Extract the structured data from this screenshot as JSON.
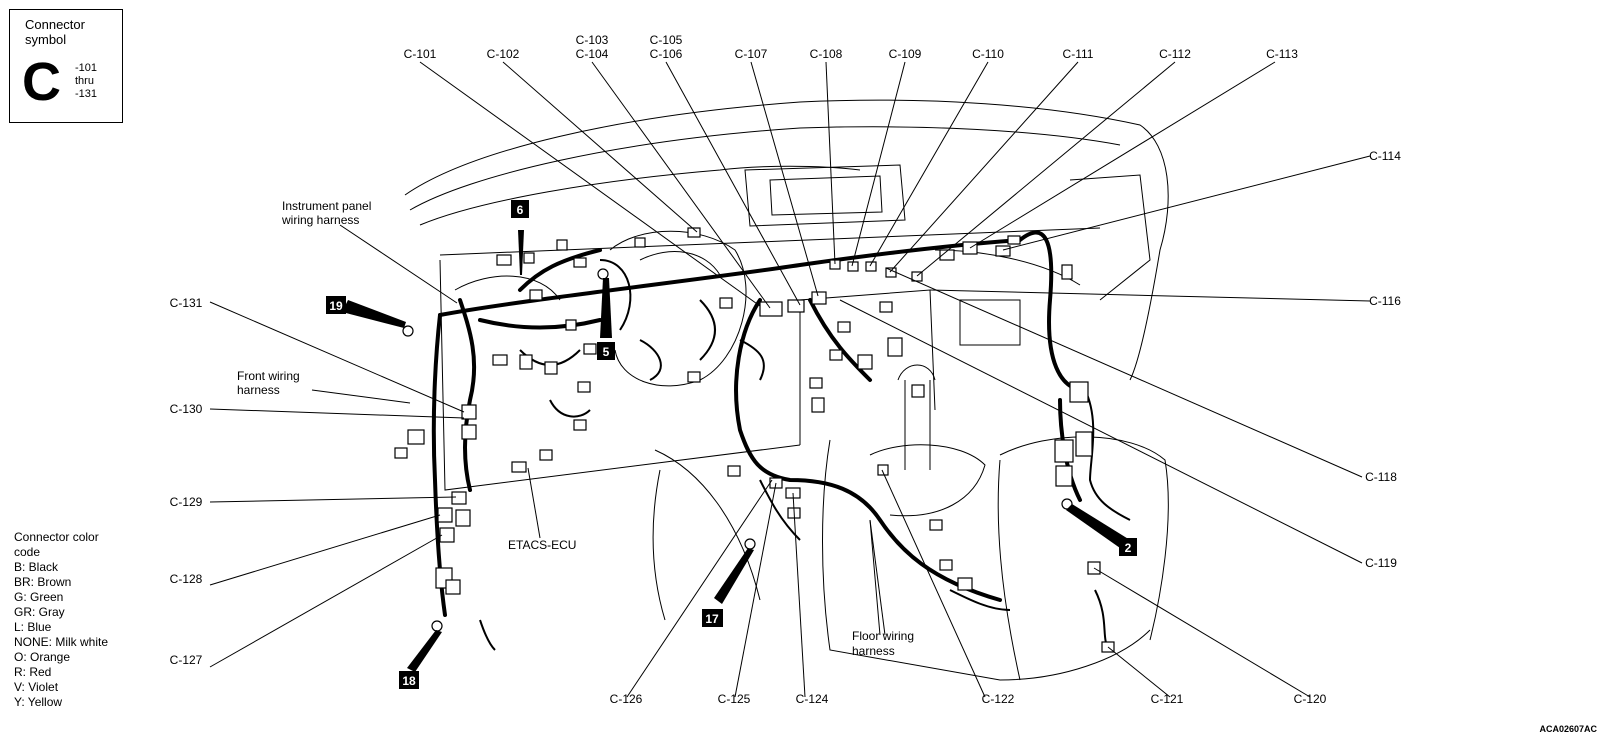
{
  "legend": {
    "title": "Connector symbol",
    "letter": "C",
    "range_from": "-101",
    "range_word": "thru",
    "range_to": "-131"
  },
  "color_legend": {
    "title": "Connector color code",
    "items": [
      "B: Black",
      "BR: Brown",
      "G: Green",
      "GR: Gray",
      "L: Blue",
      "NONE: Milk white",
      "O: Orange",
      "R: Red",
      "V: Violet",
      "Y: Yellow"
    ]
  },
  "connectors": {
    "c101": "C-101",
    "c102": "C-102",
    "c103": "C-103",
    "c104": "C-104",
    "c105": "C-105",
    "c106": "C-106",
    "c107": "C-107",
    "c108": "C-108",
    "c109": "C-109",
    "c110": "C-110",
    "c111": "C-111",
    "c112": "C-112",
    "c113": "C-113",
    "c114": "C-114",
    "c116": "C-116",
    "c118": "C-118",
    "c119": "C-119",
    "c120": "C-120",
    "c121": "C-121",
    "c122": "C-122",
    "c124": "C-124",
    "c125": "C-125",
    "c126": "C-126",
    "c127": "C-127",
    "c128": "C-128",
    "c129": "C-129",
    "c130": "C-130",
    "c131": "C-131"
  },
  "labels": {
    "instrument_panel_l1": "Instrument panel",
    "instrument_panel_l2": "wiring harness",
    "front_l1": "Front wiring",
    "front_l2": "harness",
    "floor_l1": "Floor wiring",
    "floor_l2": "harness",
    "etacs": "ETACS-ECU"
  },
  "markers": {
    "m6": "6",
    "m5": "5",
    "m19": "19",
    "m2": "2",
    "m17": "17",
    "m18": "18"
  },
  "reference_code": "ACA02607AC"
}
